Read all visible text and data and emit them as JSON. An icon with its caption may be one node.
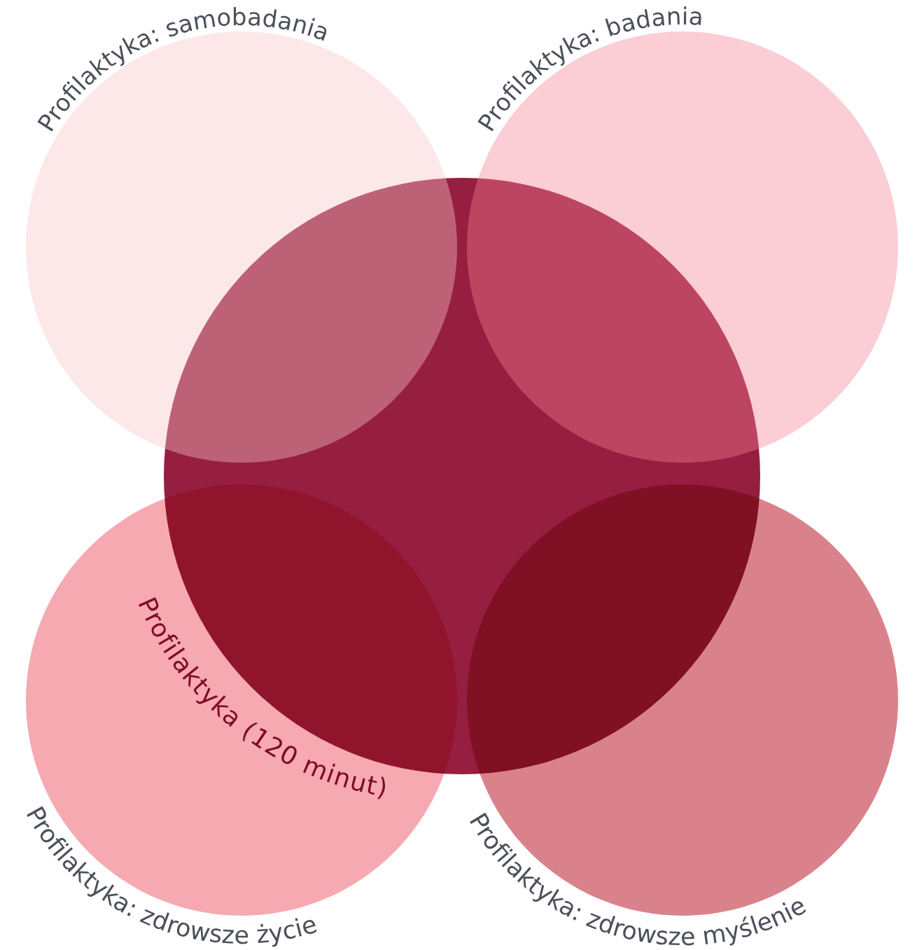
{
  "diagram": {
    "nodes": [
      {
        "text": [
          "Profilaktyka: samobadania"
        ]
      },
      {
        "text": [
          "Profilaktyka: badania"
        ]
      },
      {
        "text": [],
        "shape": "circle",
        "beside": [
          "Profilaktyka (120 minut)"
        ]
      },
      {
        "text": [
          "Profilaktyka: zdrowsze życie"
        ]
      },
      {
        "text": [
          "Profilaktyka: zdrowsze myślenie"
        ]
      }
    ]
  }
}
